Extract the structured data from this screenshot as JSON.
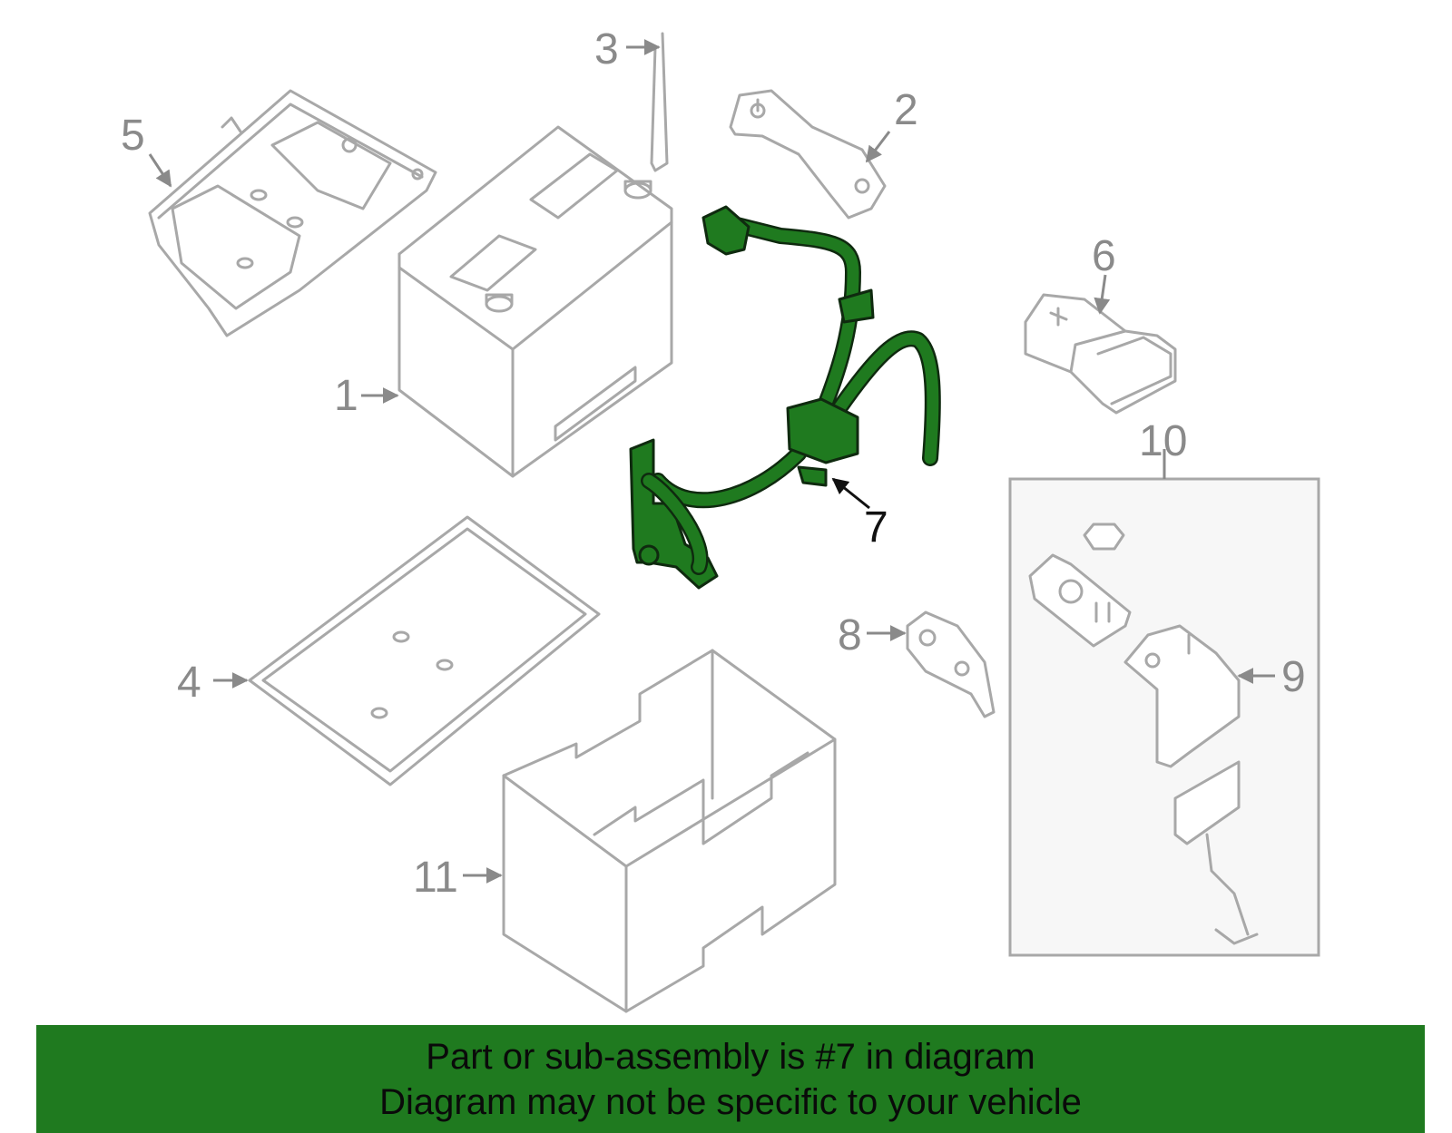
{
  "colors": {
    "highlight": "#1f7a1f",
    "outline": "#a8a8a8",
    "banner": "#1f7a1f"
  },
  "callouts": {
    "c1": "1",
    "c2": "2",
    "c3": "3",
    "c4": "4",
    "c5": "5",
    "c6": "6",
    "c7": "7",
    "c8": "8",
    "c9": "9",
    "c10": "10",
    "c11": "11"
  },
  "highlighted_callout": "7",
  "banner": {
    "line1": "Part or sub-assembly is #7 in diagram",
    "line2": "Diagram may not be specific to your vehicle"
  }
}
